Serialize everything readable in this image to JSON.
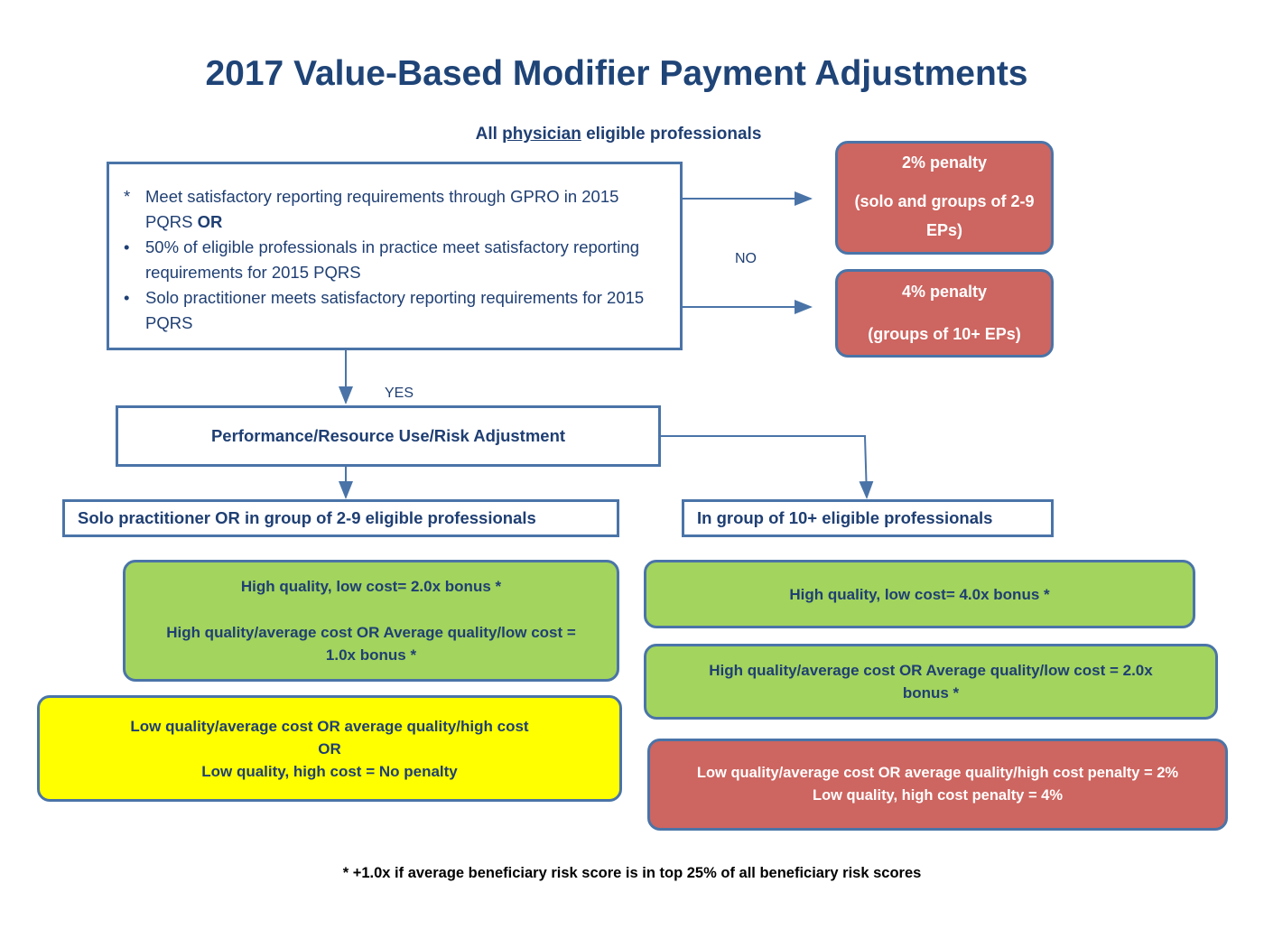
{
  "title": "2017 Value-Based Modifier Payment Adjustments",
  "subtitle": {
    "prefix": "All",
    "underlined": "physician",
    "suffix": "eligible professionals"
  },
  "criteria": {
    "items": [
      {
        "bullet": "*",
        "text": "Meet satisfactory reporting requirements  through GPRO in 2015 PQRS",
        "bold_suffix": "OR"
      },
      {
        "bullet": "•",
        "text": "50%  of eligible professionals in practice meet  satisfactory reporting requirements for 2015 PQRS"
      },
      {
        "bullet": "•",
        "text": "Solo practitioner meets satisfactory reporting requirements for 2015 PQRS"
      }
    ]
  },
  "labels": {
    "no": "NO",
    "yes": "YES"
  },
  "penalties": [
    {
      "title": "2% penalty",
      "detail": "(solo and groups of 2-9 EPs)"
    },
    {
      "title": "4% penalty",
      "detail": "(groups of 10+ EPs)"
    }
  ],
  "performance_box": "Performance/Resource Use/Risk Adjustment",
  "solo_group": {
    "header": "Solo practitioner OR in group of  2-9 eligible professionals",
    "bonus_line1": "High quality, low cost= 2.0x bonus *",
    "bonus_line2": "High quality/average cost OR Average quality/low cost = 1.0x bonus *",
    "neutral_line1": "Low quality/average cost OR average quality/high cost",
    "neutral_line2": "OR",
    "neutral_line3": "Low quality, high cost = No penalty"
  },
  "large_group": {
    "header": "In group of 10+ eligible professionals",
    "bonus1": "High quality, low cost= 4.0x bonus *",
    "bonus2": "High quality/average cost OR Average quality/low cost = 2.0x bonus *",
    "penalty_line1": "Low quality/average cost OR average quality/high cost penalty = 2%",
    "penalty_line2": "Low quality, high cost penalty = 4%"
  },
  "footnote": "* +1.0x if average beneficiary risk score is in top 25% of all beneficiary risk scores",
  "colors": {
    "text": "#1F3F73",
    "border": "#4A74A8",
    "green": "#A2D45E",
    "red": "#CD6560",
    "yellow": "#FFFF00"
  }
}
